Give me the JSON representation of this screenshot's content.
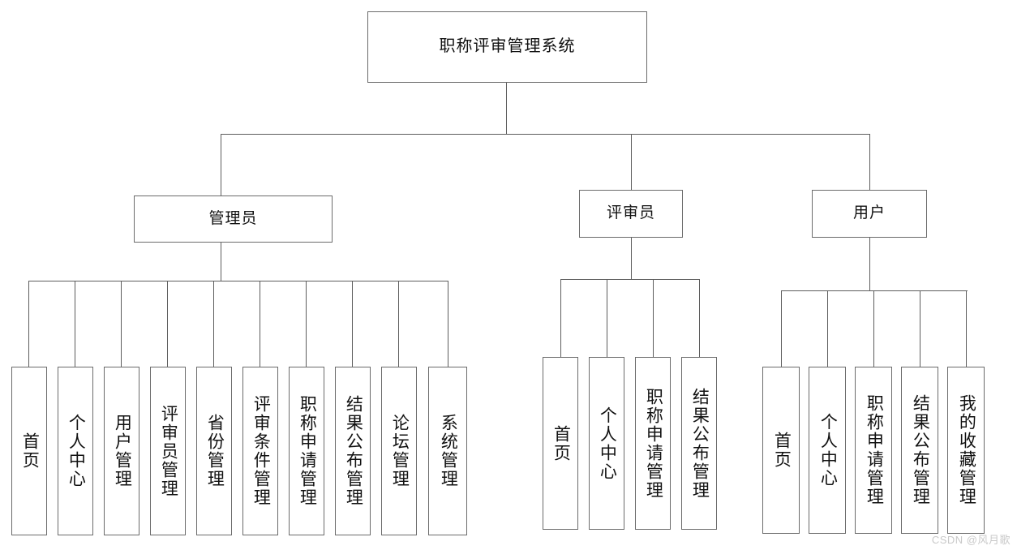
{
  "diagram": {
    "type": "tree",
    "title": "职称评审管理系统",
    "root": {
      "label": "职称评审管理系统"
    },
    "branches": [
      {
        "id": "admin",
        "label": "管理员",
        "children": [
          {
            "label": "首页"
          },
          {
            "label": "个人中心"
          },
          {
            "label": "用户管理"
          },
          {
            "label": "评审员管理"
          },
          {
            "label": "省份管理"
          },
          {
            "label": "评审条件管理"
          },
          {
            "label": "职称申请管理"
          },
          {
            "label": "结果公布管理"
          },
          {
            "label": "论坛管理"
          },
          {
            "label": "系统管理"
          }
        ]
      },
      {
        "id": "reviewer",
        "label": "评审员",
        "children": [
          {
            "label": "首页"
          },
          {
            "label": "个人中心"
          },
          {
            "label": "职称申请管理"
          },
          {
            "label": "结果公布管理"
          }
        ]
      },
      {
        "id": "user",
        "label": "用户",
        "children": [
          {
            "label": "首页"
          },
          {
            "label": "个人中心"
          },
          {
            "label": "职称申请管理"
          },
          {
            "label": "结果公布管理"
          },
          {
            "label": "我的收藏管理"
          }
        ]
      }
    ]
  },
  "watermark": {
    "text": "CSDN @风月歌"
  },
  "colors": {
    "line": "#5d5d5d",
    "border": "#6b6b6b",
    "text": "#111111",
    "background": "#ffffff",
    "watermark": "#c9c9c9"
  }
}
